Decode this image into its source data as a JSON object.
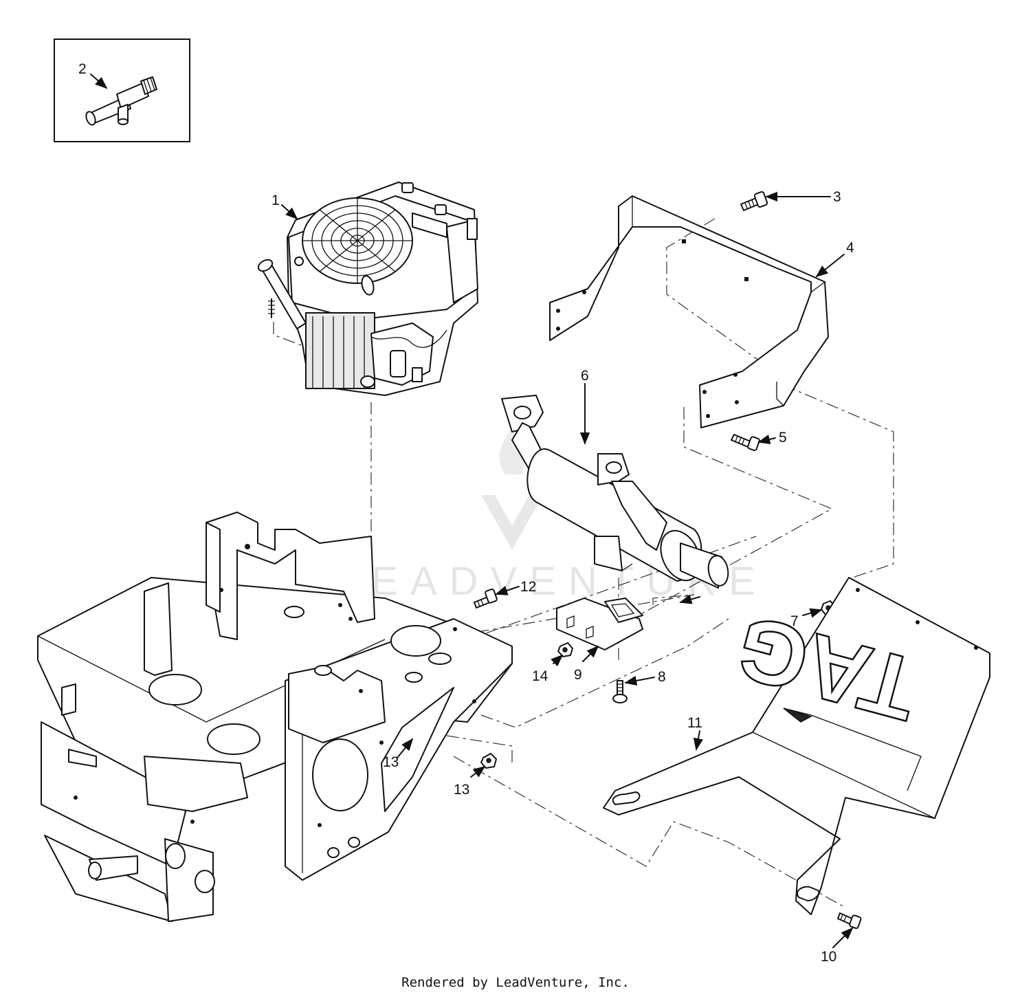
{
  "diagram": {
    "footer": "Rendered by LeadVenture, Inc.",
    "watermark": "LEADVENTURE",
    "decal_text": "TAG",
    "callouts": [
      "1",
      "2",
      "3",
      "4",
      "5",
      "6",
      "7",
      "8",
      "9",
      "10",
      "11",
      "12",
      "13",
      "13",
      "14"
    ]
  }
}
